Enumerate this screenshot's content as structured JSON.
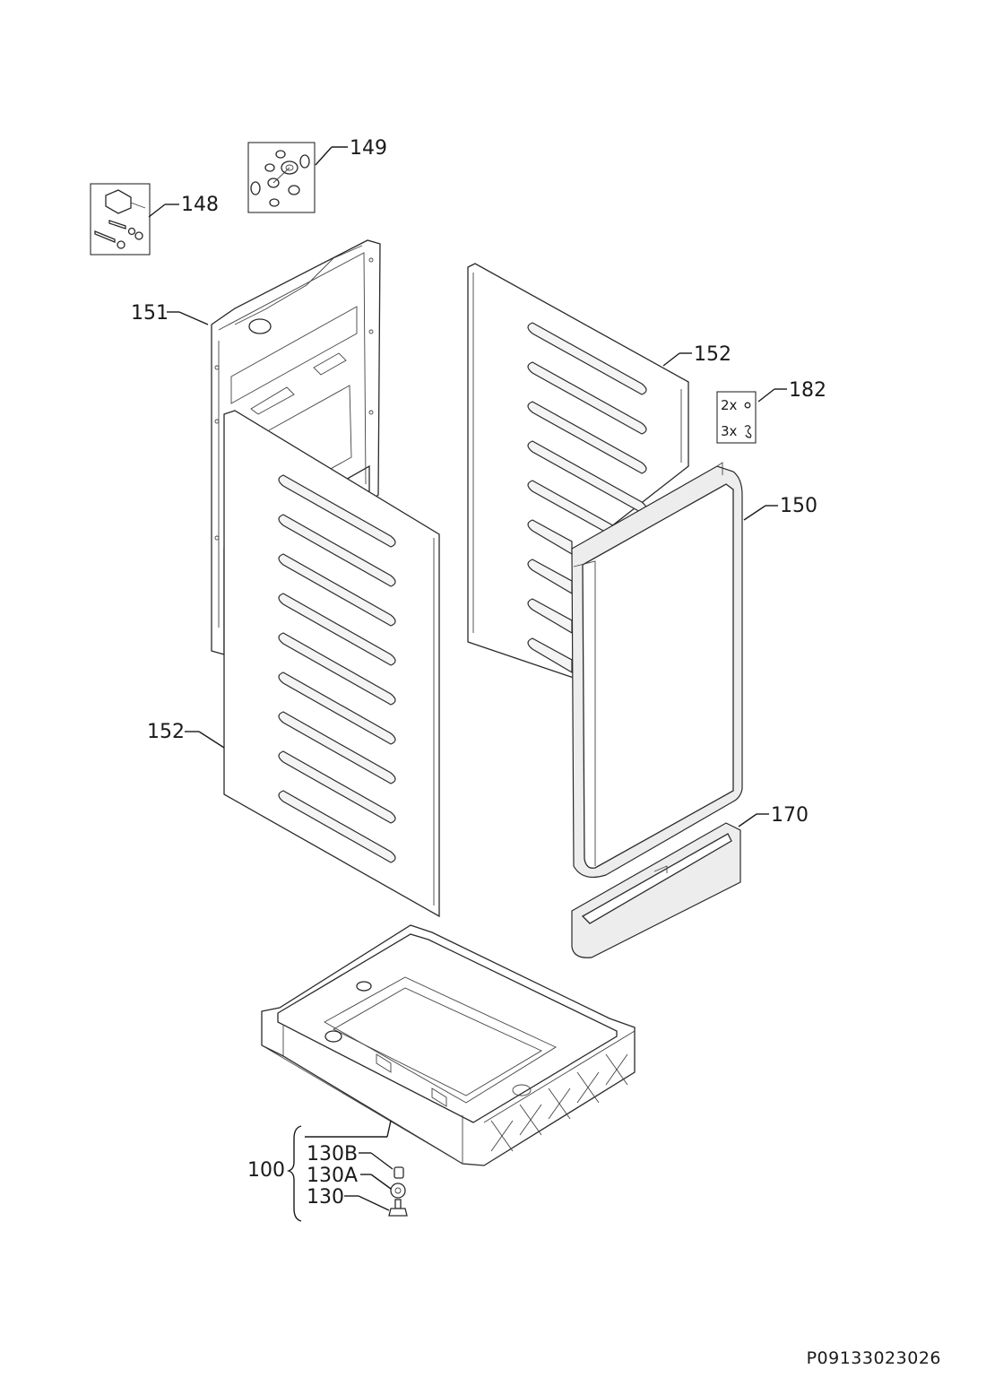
{
  "callouts": {
    "c148": "148",
    "c149": "149",
    "c151": "151",
    "c152_right": "152",
    "c182": "182",
    "c150": "150",
    "c152_left": "152",
    "c170": "170",
    "c100": "100",
    "c130b": "130B",
    "c130a": "130A",
    "c130": "130"
  },
  "kit_182": {
    "qty_a": "2x",
    "qty_b": "3x"
  },
  "drawing_id": "P09133023026"
}
